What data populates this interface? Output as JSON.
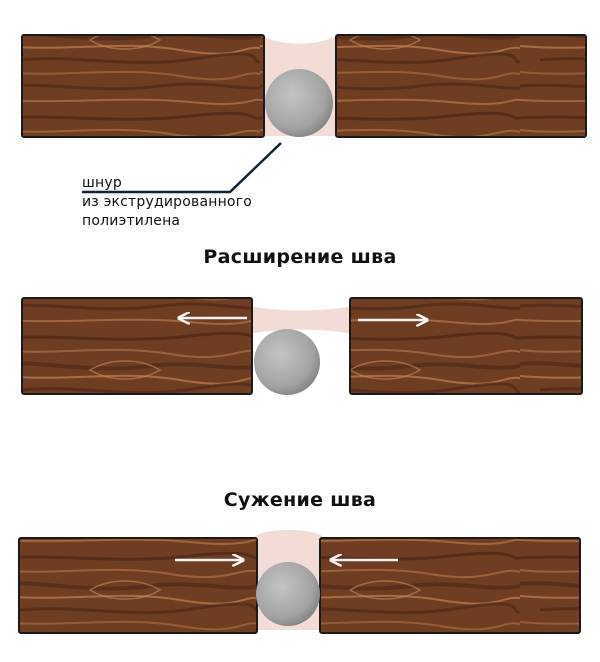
{
  "callout": {
    "line1": "шнур",
    "line2": "из экструдированного",
    "line3": "полиэтилена"
  },
  "headings": {
    "expansion": "Расширение шва",
    "contraction": "Сужение шва"
  },
  "colors": {
    "wood_base": "#6e3d22",
    "wood_dark": "#4a2614",
    "wood_light": "#b8784a",
    "sealant": "#f3dcd6",
    "cord": "#a3a3a3",
    "arrow": "#f2f2f2",
    "frame": "#1a1a1a"
  }
}
